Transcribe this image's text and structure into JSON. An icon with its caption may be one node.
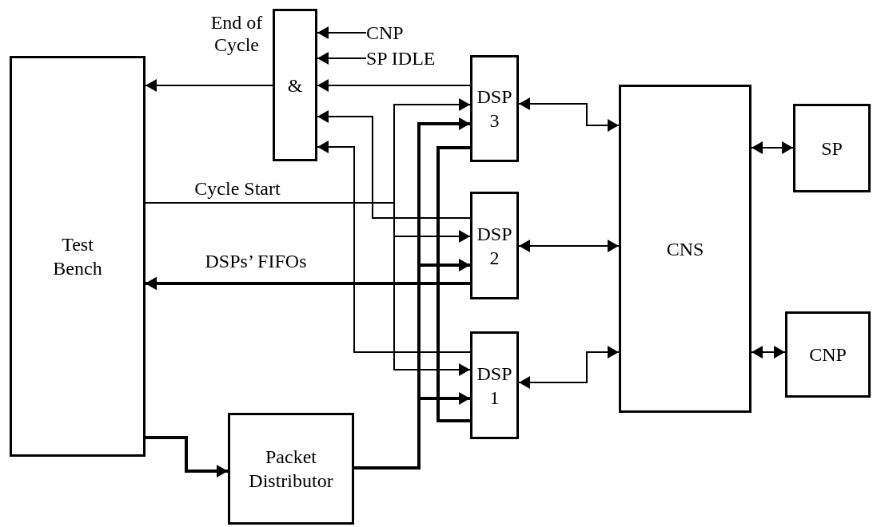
{
  "diagram": {
    "nodes": [
      {
        "text": [
          "Test Bench"
        ]
      },
      {
        "text": [
          "&"
        ]
      },
      {
        "text": [
          "DSP 3"
        ]
      },
      {
        "text": [
          "DSP 2"
        ]
      },
      {
        "text": [
          "DSP 1"
        ]
      },
      {
        "text": [
          "CNS"
        ]
      },
      {
        "text": [
          "SP"
        ]
      },
      {
        "text": [
          "CNP"
        ]
      },
      {
        "text": [
          "Packet Distributor"
        ]
      },
      {
        "text": [
          "CNP"
        ]
      },
      {
        "text": [
          "SP IDLE"
        ]
      }
    ],
    "edges": [
      {
        "from": 1,
        "to": 0,
        "arrow": "to",
        "label": "End of Cycle"
      },
      {
        "from": 2,
        "to": 1,
        "arrow": "to"
      },
      {
        "from": 3,
        "to": 1,
        "arrow": "to"
      },
      {
        "from": 4,
        "to": 1,
        "arrow": "to"
      },
      {
        "from": 0,
        "to": 2,
        "arrow": "to",
        "label": "Cycle Start"
      },
      {
        "from": 0,
        "to": 3,
        "arrow": "to"
      },
      {
        "from": 0,
        "to": 4,
        "arrow": "to"
      },
      {
        "from": 8,
        "to": 2,
        "arrow": "to",
        "style": "thick"
      },
      {
        "from": 8,
        "to": 3,
        "arrow": "to",
        "style": "thick"
      },
      {
        "from": 8,
        "to": 4,
        "arrow": "to",
        "style": "thick"
      },
      {
        "from": 2,
        "to": 0,
        "arrow": "to",
        "style": "thick"
      },
      {
        "from": 3,
        "to": 0,
        "arrow": "to",
        "style": "thick",
        "label": "DSPs’ FIFOs"
      },
      {
        "from": 4,
        "to": 0,
        "arrow": "to",
        "style": "thick"
      },
      {
        "from": 0,
        "to": 8,
        "arrow": "to",
        "style": "thick"
      },
      {
        "from": 2,
        "to": 5,
        "arrow": "both"
      },
      {
        "from": 3,
        "to": 5,
        "arrow": "both"
      },
      {
        "from": 4,
        "to": 5,
        "arrow": "both"
      },
      {
        "from": 5,
        "to": 6,
        "arrow": "both"
      },
      {
        "from": 5,
        "to": 7,
        "arrow": "both"
      },
      {
        "from": 9,
        "to": 1,
        "arrow": "to"
      },
      {
        "from": 10,
        "to": 1,
        "arrow": "to"
      }
    ]
  }
}
